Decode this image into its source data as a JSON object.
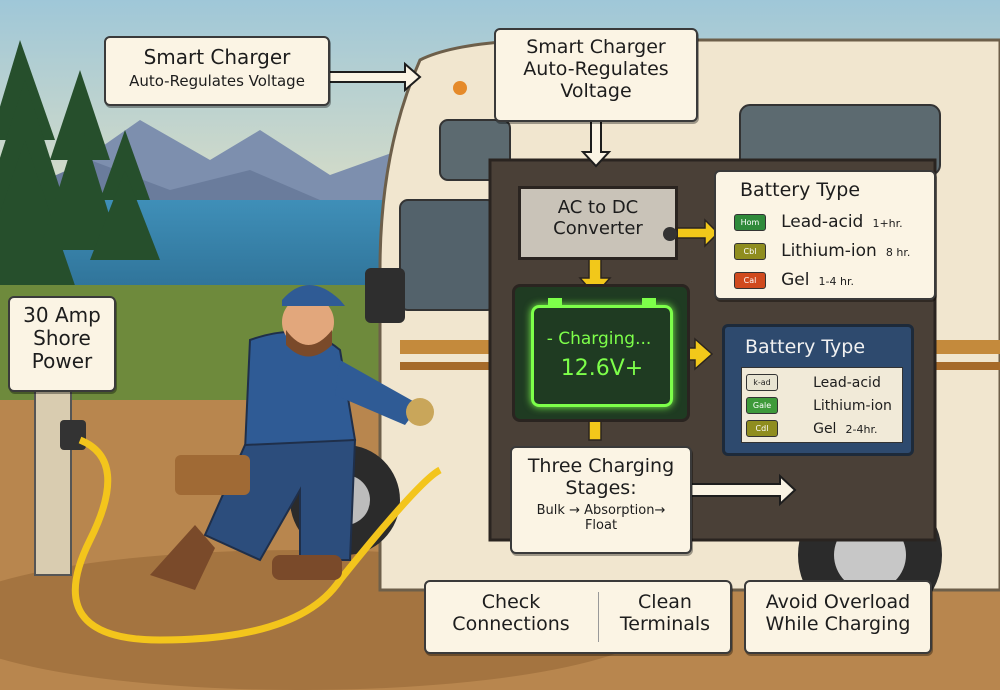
{
  "callout_top_left": {
    "title": "Smart Charger",
    "subtitle": "Auto-Regulates Voltage"
  },
  "callout_top_center": {
    "line1": "Smart Charger",
    "line2": "Auto-Regulates",
    "line3": "Voltage"
  },
  "shore_power": {
    "line1": "30 Amp",
    "line2": "Shore",
    "line3": "Power"
  },
  "converter": {
    "line1": "AC to DC",
    "line2": "Converter"
  },
  "battery_type_top": {
    "title": "Battery Type",
    "items": [
      {
        "chip": "Hom",
        "chip_color": "#2f8a3a",
        "label": "Lead-acid",
        "time": "1+hr."
      },
      {
        "chip": "Cbl",
        "chip_color": "#8f8d1f",
        "label": "Lithium-ion",
        "time": "8 hr."
      },
      {
        "chip": "Cal",
        "chip_color": "#d04a1e",
        "label": "Gel",
        "time": "1-4 hr."
      }
    ]
  },
  "charging_display": {
    "status": "- Charging...",
    "voltage": "12.6V+",
    "color": "#7dff4a"
  },
  "battery_type_panel": {
    "title": "Battery Type",
    "items": [
      {
        "chip": "k-ad",
        "chip_color": "#e8e4d2",
        "label": "Lead-acid",
        "time": ""
      },
      {
        "chip": "Gale",
        "chip_color": "#3e9a3a",
        "label": "Lithium-ion",
        "time": ""
      },
      {
        "chip": "Cdl",
        "chip_color": "#8f8d1f",
        "label": "Gel",
        "time": "2-4hr."
      }
    ]
  },
  "stages": {
    "line1": "Three Charging",
    "line2": "Stages:",
    "line3": "Bulk → Absorption→",
    "line4": "Float"
  },
  "tips": {
    "check_1": "Check",
    "check_2": "Connections",
    "clean_1": "Clean",
    "clean_2": "Terminals",
    "avoid_1": "Avoid Overload",
    "avoid_2": "While Charging"
  },
  "colors": {
    "arrow_yellow": "#f2c81a",
    "cable_yellow": "#f3c51c",
    "panel_dark": "#4a4037",
    "rv_body": "#f1e6cf"
  }
}
